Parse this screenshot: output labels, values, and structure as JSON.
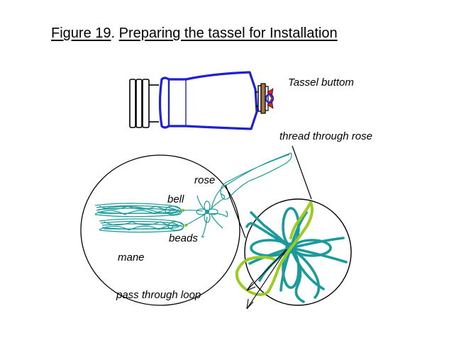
{
  "title": {
    "figure": "Figure 19",
    "separator": ". ",
    "text": "Preparing the tassel for Installation"
  },
  "labels": {
    "tassel_button": "Tassel buttom",
    "thread_through_rose": "thread through rose",
    "rose": "rose",
    "bell": "bell",
    "beads": "beads",
    "mane": "mane",
    "pass_through_loop": "pass through loop"
  },
  "colors": {
    "tassel_outline": "#1f1fd6",
    "cap": "#000000",
    "strand": "#1a9a9a",
    "loop": "#9acc22",
    "bead_red": "#dd2222",
    "button_brown": "#a5744a",
    "line": "#000000"
  }
}
